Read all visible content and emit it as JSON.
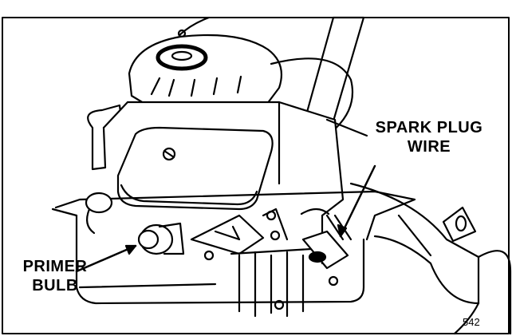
{
  "labels": {
    "spark_plug_line1": "SPARK PLUG",
    "spark_plug_line2": "WIRE",
    "primer_line1": "PRIMER",
    "primer_line2": "BULB"
  },
  "figure_number": "542",
  "colors": {
    "ink": "#000000",
    "paper": "#ffffff"
  }
}
